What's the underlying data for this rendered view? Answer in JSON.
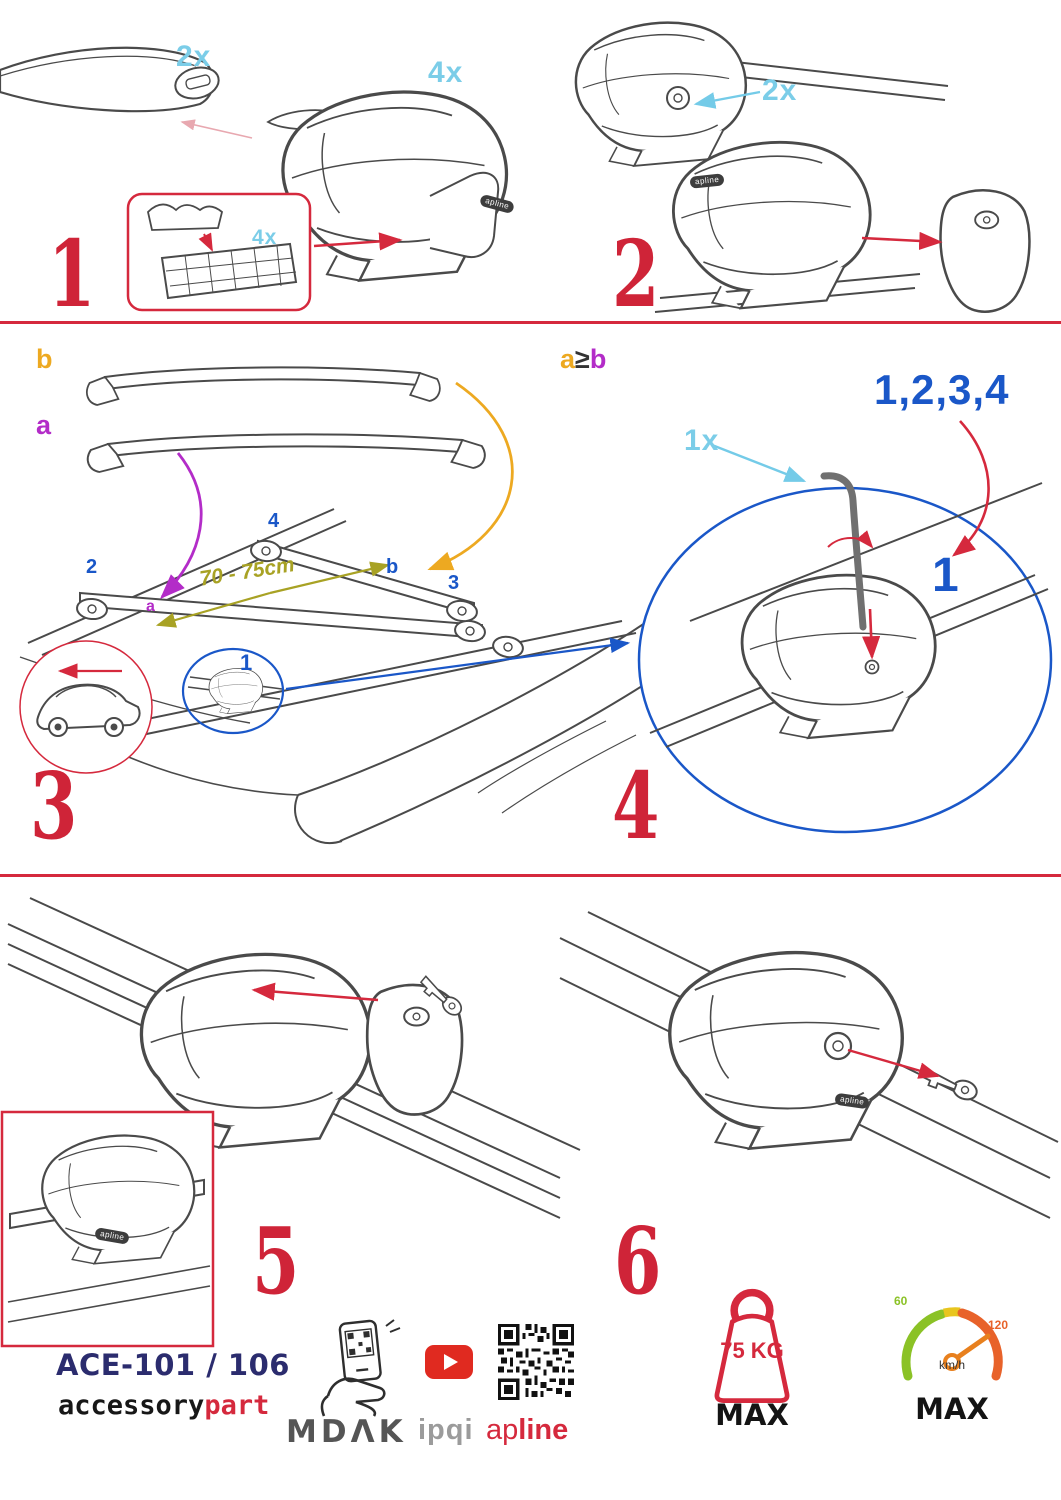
{
  "product": {
    "logo": "apline"
  },
  "steps": {
    "s1": {
      "number": "1",
      "bar_qty": "2x",
      "foot_qty": "4x",
      "pad_qty": "4x"
    },
    "s2": {
      "number": "2",
      "lock_qty": "2x"
    },
    "s3": {
      "number": "3",
      "bar_b_label": "b",
      "bar_a_label": "a",
      "distance": "70 - 75cm",
      "pos_front_left": "2",
      "pos_rear_left": "4",
      "pos_rear_bar": "b",
      "pos_rear_right": "3",
      "pos_front_bar": "a",
      "pos_front_right": "1"
    },
    "s4": {
      "number": "4",
      "condition_a": "a",
      "condition_op": "≥",
      "condition_b": "b",
      "sequence": "1,2,3,4",
      "tool_qty": "1x",
      "tighten_step": "1"
    },
    "s5": {
      "number": "5"
    },
    "s6": {
      "number": "6"
    }
  },
  "footer": {
    "model": "ACE-101 / 106",
    "brand_first": "accessory",
    "brand_second": "part",
    "logo_mdak": "MDΛK",
    "logo_ipqi": "ipqi",
    "logo_ap": "ap",
    "logo_line": "line",
    "weight_value": "75 KG",
    "weight_max": "MAX",
    "speed_low": "60",
    "speed_high": "120",
    "speed_unit": "km/h",
    "speed_max": "MAX"
  },
  "colors": {
    "accent_red": "#d5293d",
    "qty_cyan": "#7bcde8",
    "num_blue": "#1a57c8",
    "label_purple": "#b32cc8",
    "label_orange": "#eda921",
    "distance_olive": "#a8a224",
    "navy": "#2b2c6e"
  }
}
